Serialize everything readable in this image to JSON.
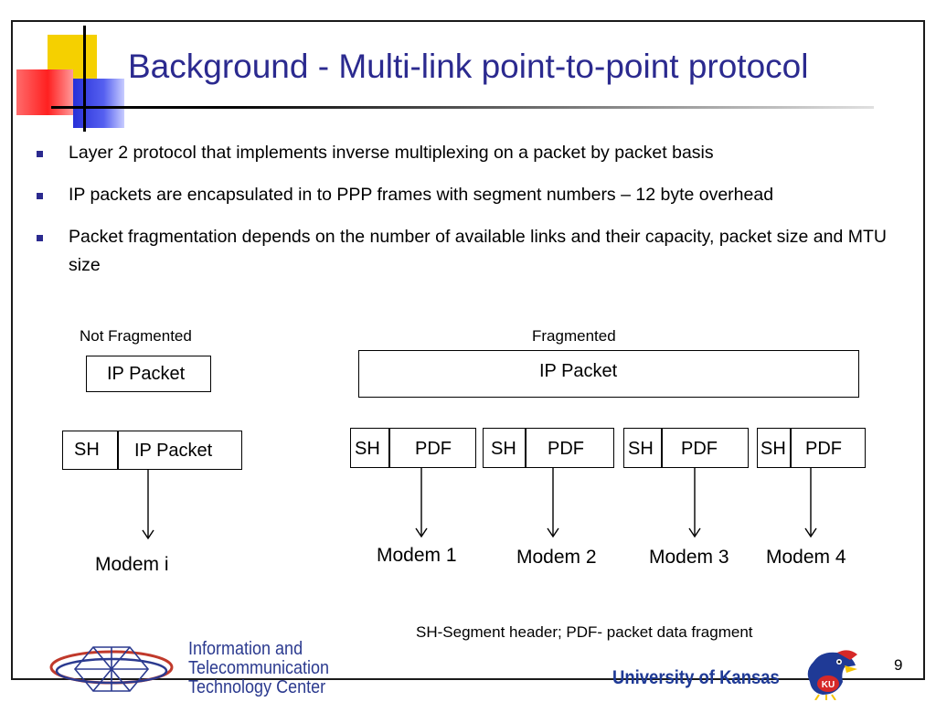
{
  "slide": {
    "title": "Background - Multi-link point-to-point protocol",
    "page_number": "9"
  },
  "bullets": [
    "Layer 2 protocol that implements inverse multiplexing on a packet by packet basis",
    "IP packets are encapsulated in to PPP frames with segment numbers – 12 byte overhead",
    "Packet fragmentation depends on the number of available links and their capacity, packet size and  MTU size"
  ],
  "diagram": {
    "not_fragmented": {
      "label": "Not Fragmented",
      "packet": "IP Packet",
      "sh": "SH",
      "framed_packet": "IP Packet",
      "modem": "Modem i"
    },
    "fragmented": {
      "label": "Fragmented",
      "packet": "IP Packet",
      "fragments": [
        {
          "sh": "SH",
          "pdf": "PDF",
          "modem": "Modem 1"
        },
        {
          "sh": "SH",
          "pdf": "PDF",
          "modem": "Modem 2"
        },
        {
          "sh": "SH",
          "pdf": "PDF",
          "modem": "Modem 3"
        },
        {
          "sh": "SH",
          "pdf": "PDF",
          "modem": "Modem 4"
        }
      ]
    },
    "legend": "SH-Segment header; PDF- packet data fragment"
  },
  "footer": {
    "ittc_lines": [
      "Information and",
      "Telecommunication",
      "Technology Center"
    ],
    "university": "University of Kansas",
    "jayhawk_badge": "KU"
  },
  "colors": {
    "title": "#2b2a8f",
    "bullet": "#2b2a8f",
    "university": "#1f3a96"
  }
}
